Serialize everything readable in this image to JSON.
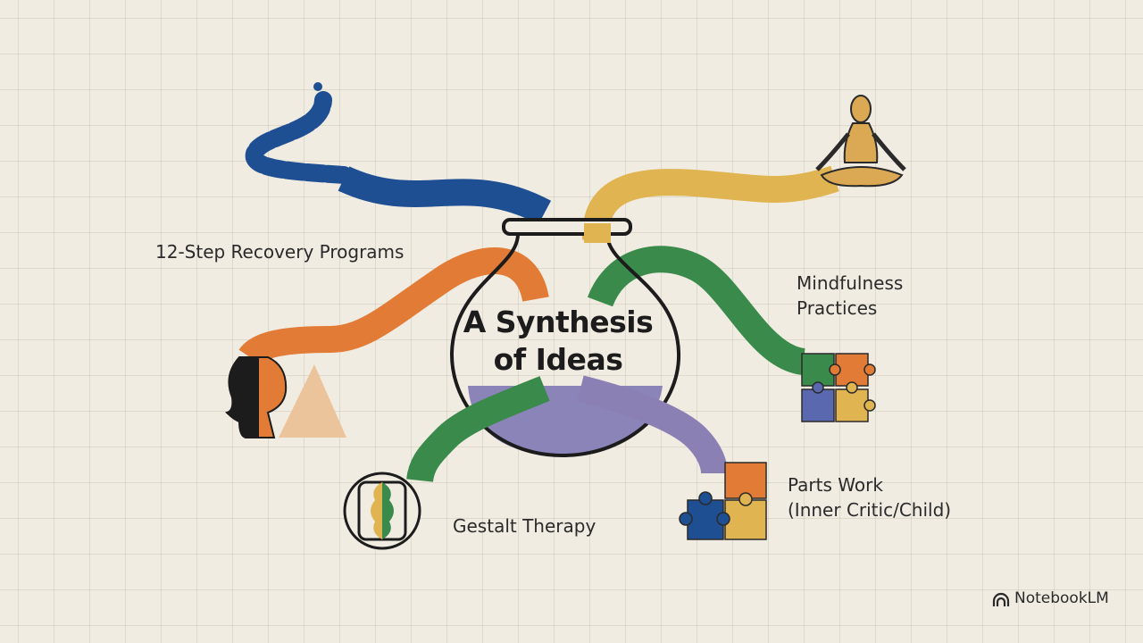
{
  "title": "A Synthesis of Ideas",
  "title_lines": [
    "A Synthesis",
    "of Ideas"
  ],
  "branches": [
    {
      "label": "12-Step Recovery Programs",
      "color": "#1f4f93",
      "icon": "rope-icon"
    },
    {
      "label_lines": [
        "Mindfulness",
        "Practices"
      ],
      "color": "#e0b450",
      "icon": "meditation-icon"
    },
    {
      "label": "",
      "color": "#e27b36",
      "icon": "head-triangle-icon"
    },
    {
      "label": "",
      "color": "#3a8a4b",
      "icon": "puzzle-icon"
    },
    {
      "label": "Gestalt Therapy",
      "color": "#3a8a4b",
      "icon": "faces-vase-icon"
    },
    {
      "label_lines": [
        "Parts Work",
        "(Inner Critic/Child)"
      ],
      "color": "#8a80b4",
      "icon": "puzzle-pieces-icon"
    }
  ],
  "brand": {
    "name": "NotebookLM",
    "icon": "notebooklm-logo-icon"
  },
  "colors": {
    "background": "#f1ece2",
    "grid": "#c9c0b2",
    "ink": "#1c1c1c",
    "liquid": "#8b84b8"
  }
}
